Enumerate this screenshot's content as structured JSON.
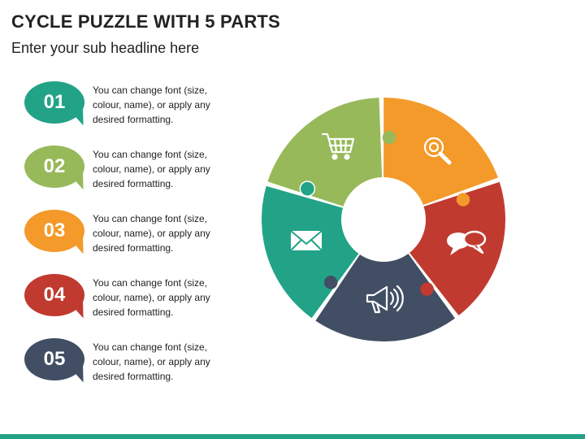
{
  "title": "CYCLE PUZZLE WITH 5 PARTS",
  "subtitle": "Enter your sub headline here",
  "items": [
    {
      "number": "01",
      "text": "You can change font (size, colour, name), or apply any desired formatting.",
      "color": "#22a387"
    },
    {
      "number": "02",
      "text": "You can change font (size, colour, name), or apply any desired formatting.",
      "color": "#97b95a"
    },
    {
      "number": "03",
      "text": "You can change font (size, colour, name), or apply any desired formatting.",
      "color": "#f39a2a"
    },
    {
      "number": "04",
      "text": "You can change font (size, colour, name), or apply any desired formatting.",
      "color": "#c13a30"
    },
    {
      "number": "05",
      "text": "You can change font (size, colour, name), or apply any desired formatting.",
      "color": "#414e63"
    }
  ],
  "puzzle_segments": [
    {
      "icon": "shopping-cart-icon",
      "color": "#97b95a"
    },
    {
      "icon": "magnifier-icon",
      "color": "#f39a2a"
    },
    {
      "icon": "speech-bubbles-icon",
      "color": "#c13a30"
    },
    {
      "icon": "megaphone-icon",
      "color": "#414e63"
    },
    {
      "icon": "envelope-icon",
      "color": "#22a387"
    }
  ],
  "accent_color": "#22a387"
}
